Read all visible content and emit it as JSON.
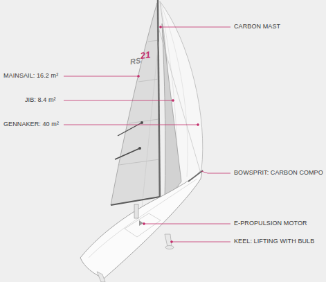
{
  "diagram": {
    "labels": [
      "CARBON MAST",
      "MAINSAIL: 16.2 m²",
      "JIB: 8.4 m²",
      "GENNAKER: 40 m²",
      "BOWSPRIT: CARBON COMPO",
      "E-PROPULSION MOTOR",
      "KEEL: LIFTING WITH BULB",
      "RS",
      "21"
    ]
  }
}
